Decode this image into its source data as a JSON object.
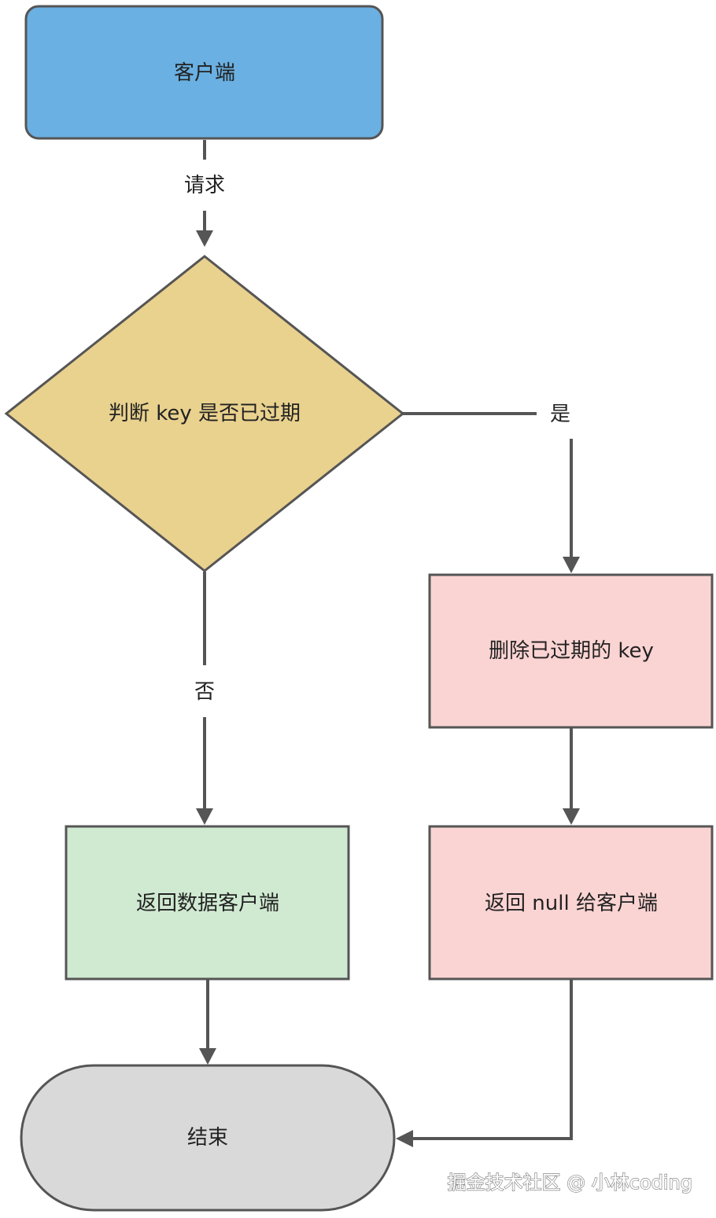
{
  "nodes": {
    "client": {
      "label": "客户端",
      "fill": "#6ab0e2"
    },
    "check_expired": {
      "label": "判断 key 是否已过期",
      "fill": "#e9d18e"
    },
    "delete_key": {
      "label": "删除已过期的 key",
      "fill": "#fad4d3"
    },
    "return_data": {
      "label": "返回数据客户端",
      "fill": "#d0ead2"
    },
    "return_null": {
      "label": "返回 null 给客户端",
      "fill": "#fad4d3"
    },
    "end": {
      "label": "结束",
      "fill": "#d9d9d9"
    }
  },
  "edges": {
    "request": {
      "label": "请求"
    },
    "yes": {
      "label": "是"
    },
    "no": {
      "label": "否"
    }
  },
  "watermark": {
    "text": "掘金技术社区 @ 小林coding"
  },
  "colors": {
    "stroke": "#555555",
    "text": "#222222"
  }
}
